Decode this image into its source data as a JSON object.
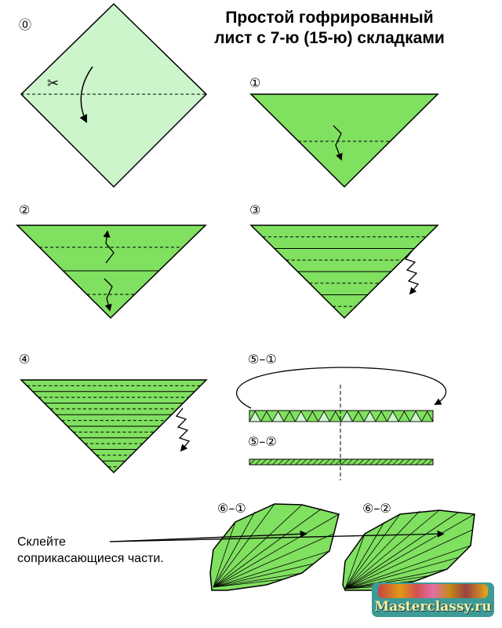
{
  "title": {
    "line1": "Простой гофрированный",
    "line2": "лист с 7-ю (15-ю) складками"
  },
  "steps": {
    "s0": "⓪",
    "s1": "①",
    "s2": "②",
    "s3": "③",
    "s4": "④",
    "s5_1": "⑤–①",
    "s5_2": "⑤–②",
    "s6_1": "⑥–①",
    "s6_2": "⑥–②"
  },
  "note": {
    "line1": "Склейте",
    "line2": "соприкасающиеся части."
  },
  "logo": {
    "text": "Masterclassy.ru"
  },
  "colors": {
    "paper_light": "#ccf5cc",
    "paper": "#80e060",
    "outline": "#000000"
  }
}
